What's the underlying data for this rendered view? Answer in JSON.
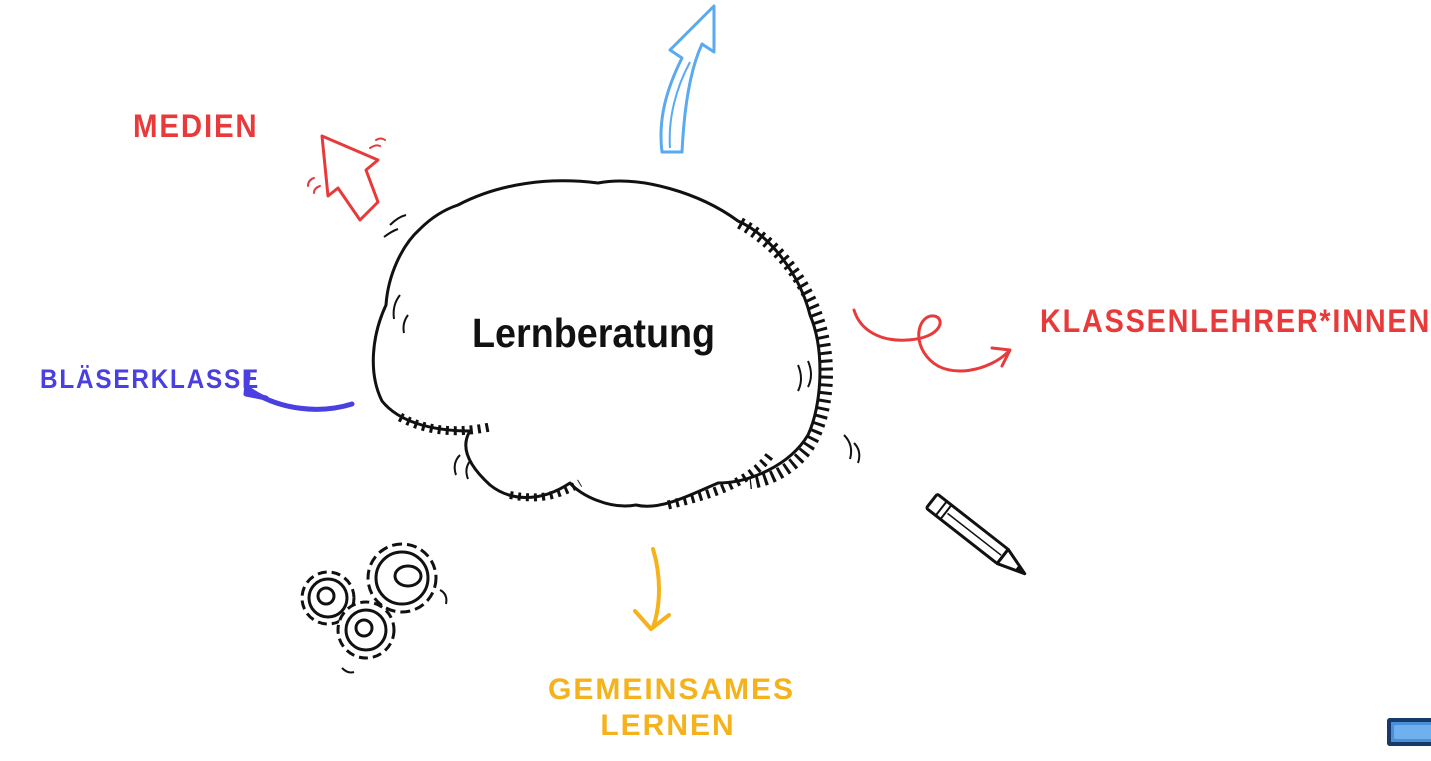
{
  "center": {
    "title": "Lernberatung"
  },
  "branches": {
    "medien": {
      "label": "Medien",
      "color": "#e83a3a"
    },
    "klassenlehrer": {
      "label": "Klassenlehrer*innen",
      "color": "#e83a3a"
    },
    "blaeserklasse": {
      "label": "Bläserklasse",
      "color": "#4a3fe0"
    },
    "gemeinsames_lernen": {
      "line1": "Gemeinsames",
      "line2": "Lernen",
      "color": "#f5b21b"
    }
  },
  "decorations": {
    "top_arrow_color": "#5aaaf2",
    "icons": [
      "brain-icon",
      "gears-icon",
      "pencil-icon"
    ]
  },
  "navigation": {
    "button_color": "#4a90d9"
  }
}
